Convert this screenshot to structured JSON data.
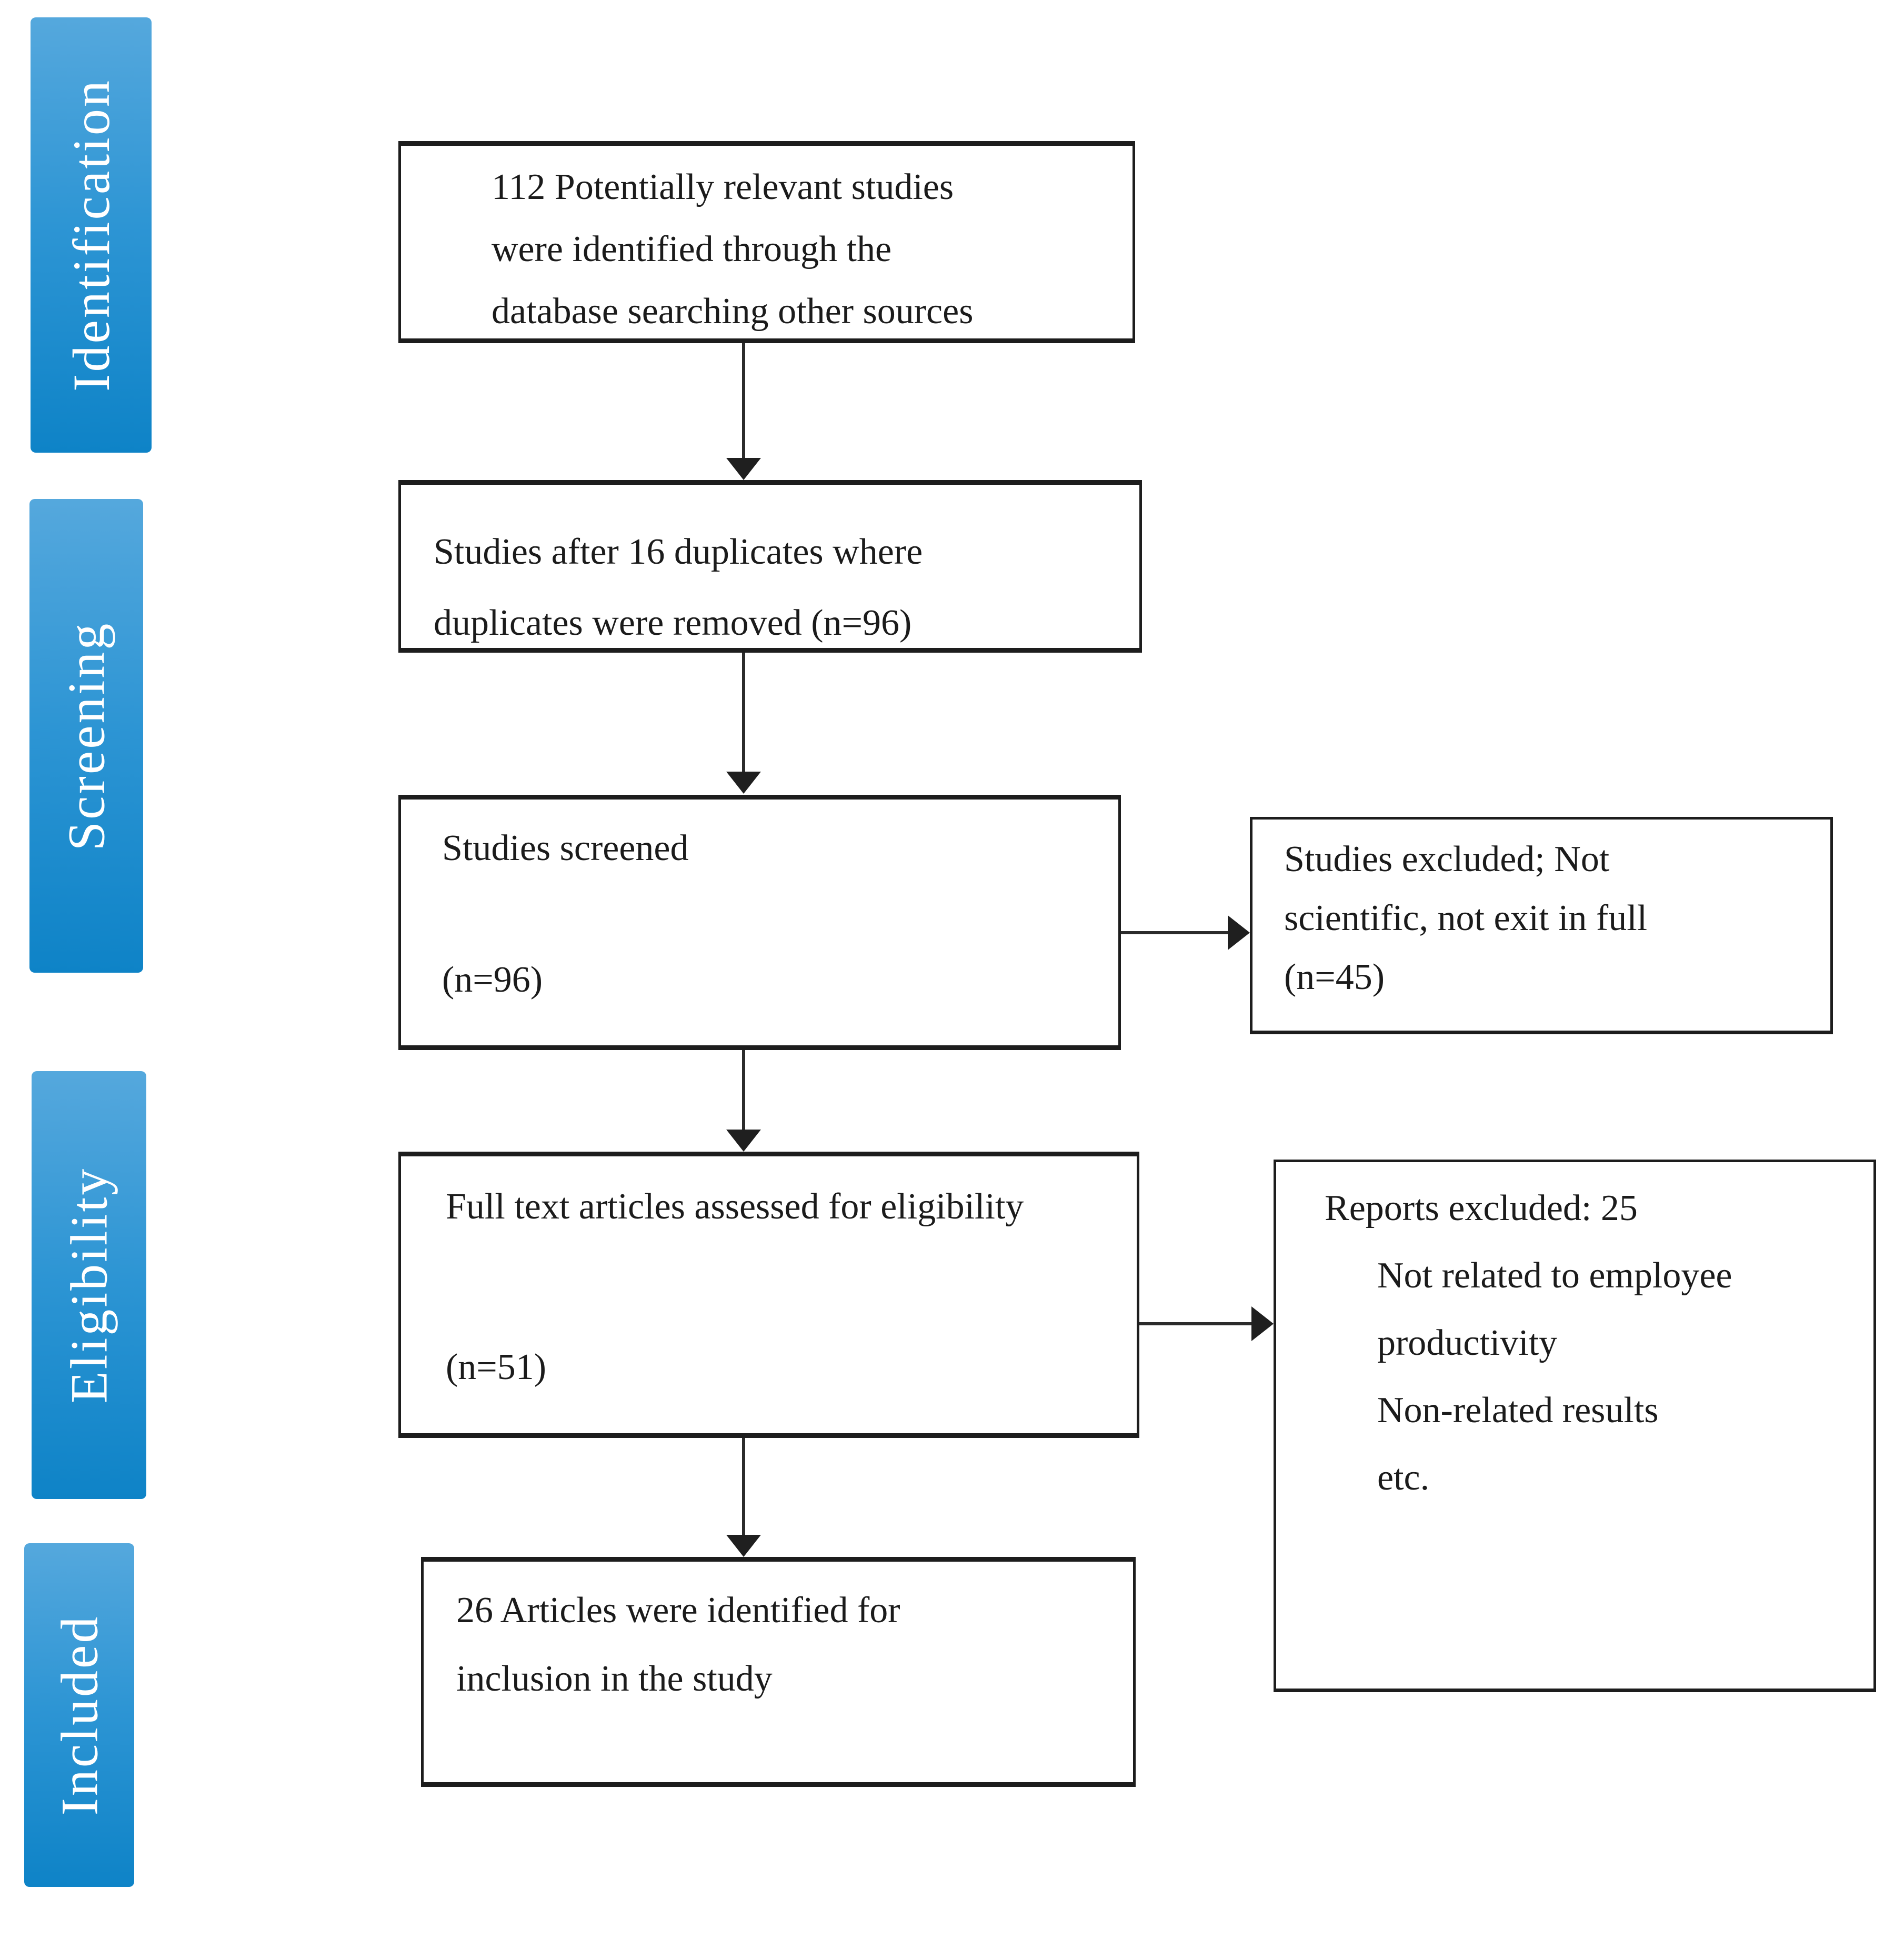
{
  "sidebar": {
    "items": [
      {
        "label": "Identification"
      },
      {
        "label": "Screening"
      },
      {
        "label": "Eligibility"
      },
      {
        "label": "Included"
      }
    ]
  },
  "flow": {
    "box_identified": {
      "lines": [
        "112 Potentially relevant studies",
        "were identified through the",
        "database searching other sources"
      ]
    },
    "box_duplicates": {
      "lines": [
        "Studies after 16 duplicates where",
        "duplicates were removed (n=96)"
      ]
    },
    "box_screened": {
      "title": "Studies screened",
      "count": "(n=96)"
    },
    "box_fulltext": {
      "title": "Full text articles assessed for eligibility",
      "count": "(n=51)"
    },
    "box_included": {
      "lines": [
        "26 Articles were identified for",
        "inclusion in the study"
      ]
    },
    "box_excluded_screening": {
      "lines": [
        "Studies excluded; Not",
        "scientific, not exit in full",
        "(n=45)"
      ]
    },
    "box_excluded_reports": {
      "title": "Reports excluded: 25",
      "reasons": [
        "Not related to employee",
        "productivity",
        " Non-related results",
        "etc."
      ]
    }
  },
  "colors": {
    "band_gradient_top": "#55a8dd",
    "band_gradient_bottom": "#0e83c7",
    "band_text": "#ffffff",
    "box_border": "#1d1d1d",
    "text": "#1b1b1b",
    "background": "#ffffff"
  }
}
